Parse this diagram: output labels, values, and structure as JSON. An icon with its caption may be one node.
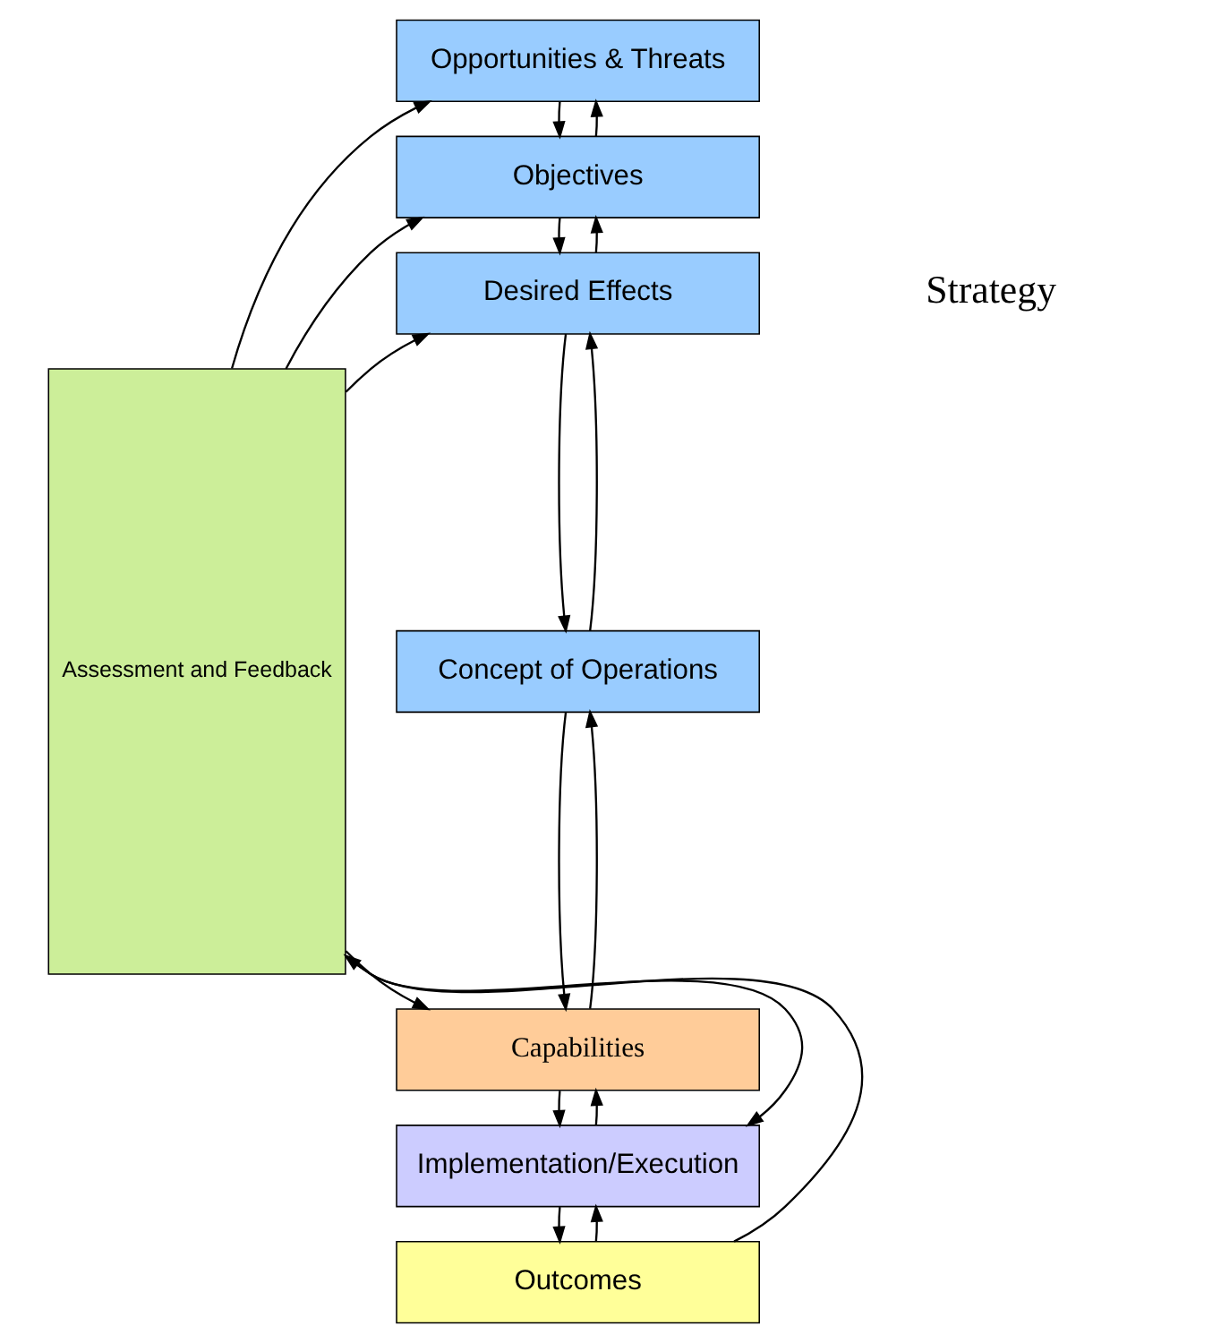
{
  "diagram": {
    "nodes": [
      {
        "text": [
          "Assessment and Feedback"
        ]
      },
      {
        "text": [
          "Opportunities & Threats"
        ]
      },
      {
        "text": [
          "Objectives"
        ]
      },
      {
        "text": [
          "Desired Effects"
        ]
      },
      {
        "text": [
          "Concept of Operations"
        ]
      },
      {
        "text": [
          "Capabilities"
        ]
      },
      {
        "text": [
          "Implementation/Execution"
        ]
      },
      {
        "text": [
          "Outcomes"
        ]
      }
    ],
    "edges": [
      {
        "from": 1,
        "to": 2,
        "arrow": "to"
      },
      {
        "from": 2,
        "to": 3,
        "arrow": "to"
      },
      {
        "from": 3,
        "to": 4,
        "arrow": "to"
      },
      {
        "from": 4,
        "to": 5,
        "arrow": "to"
      },
      {
        "from": 5,
        "to": 6,
        "arrow": "to"
      },
      {
        "from": 6,
        "to": 7,
        "arrow": "to"
      },
      {
        "from": 2,
        "to": 1,
        "arrow": "to"
      },
      {
        "from": 3,
        "to": 2,
        "arrow": "to"
      },
      {
        "from": 4,
        "to": 3,
        "arrow": "to"
      },
      {
        "from": 5,
        "to": 4,
        "arrow": "to"
      },
      {
        "from": 6,
        "to": 5,
        "arrow": "to"
      },
      {
        "from": 7,
        "to": 6,
        "arrow": "to"
      },
      {
        "from": 0,
        "to": 1,
        "arrow": "to"
      },
      {
        "from": 0,
        "to": 2,
        "arrow": "to"
      },
      {
        "from": 0,
        "to": 3,
        "arrow": "to"
      },
      {
        "from": 0,
        "to": 5,
        "arrow": "to"
      },
      {
        "from": 0,
        "to": 6,
        "arrow": "to"
      },
      {
        "from": 7,
        "to": 0,
        "arrow": "to"
      }
    ],
    "labels": [
      "Strategy"
    ]
  }
}
